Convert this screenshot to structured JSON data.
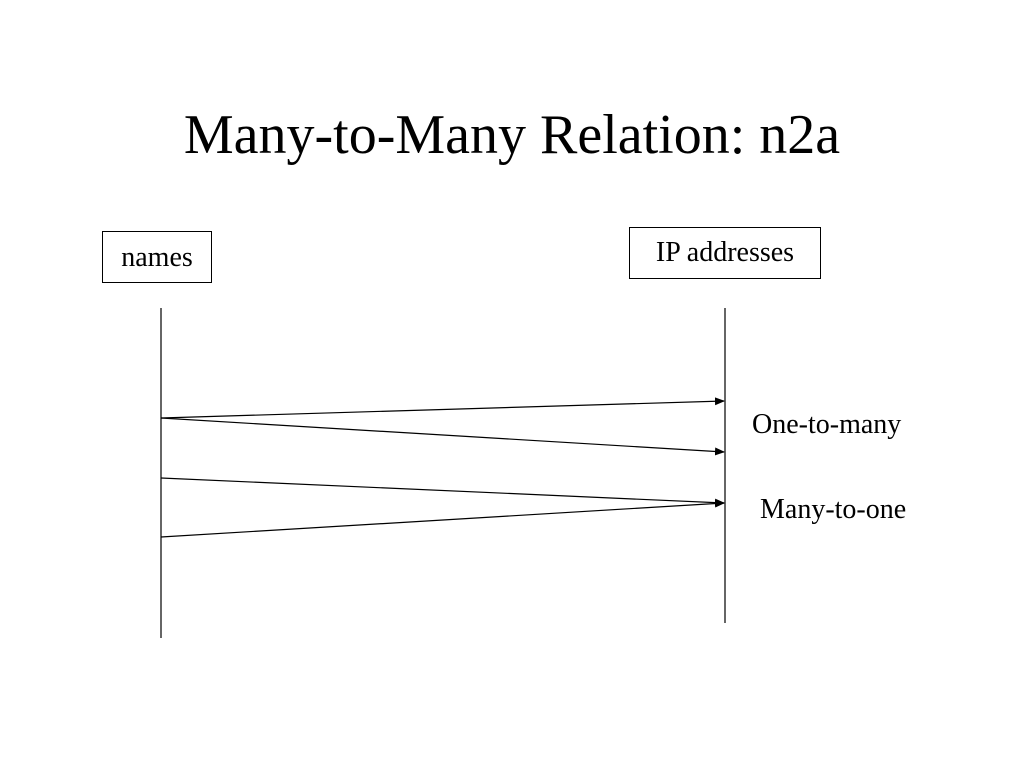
{
  "slide": {
    "title": "Many-to-Many Relation: n2a"
  },
  "entities": {
    "left_label": "names",
    "right_label": "IP addresses"
  },
  "relations": {
    "one_to_many_label": "One-to-many",
    "many_to_one_label": "Many-to-one"
  },
  "colors": {
    "ink": "#000000",
    "background": "#ffffff"
  }
}
